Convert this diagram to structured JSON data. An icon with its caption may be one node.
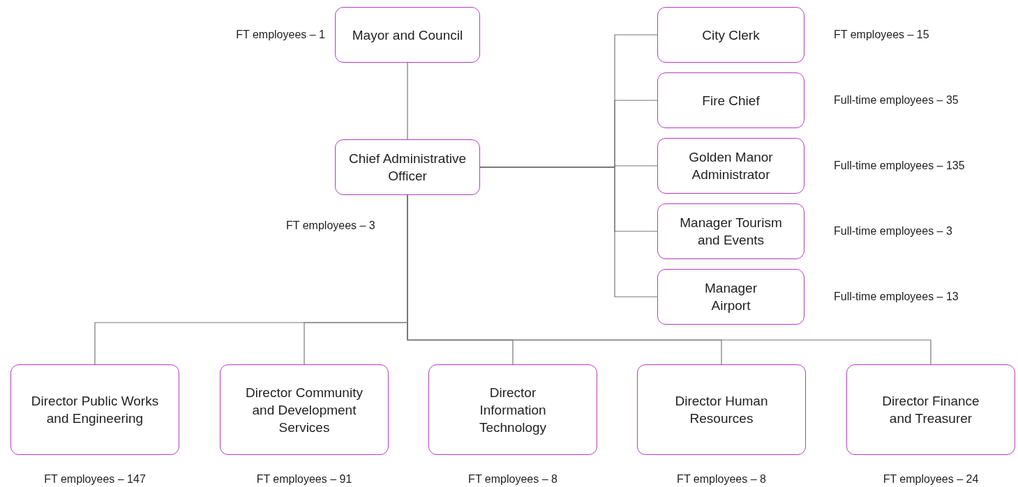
{
  "diagram": {
    "nodes": [
      {
        "text": [
          "Mayor and Council"
        ],
        "beside": [
          "FT employees – 1"
        ]
      },
      {
        "text": [
          "Chief Administrative Officer"
        ],
        "beside": [
          "FT employees – 3"
        ]
      },
      {
        "text": [
          "City Clerk"
        ],
        "beside": [
          "FT employees – 15"
        ]
      },
      {
        "text": [
          "Fire Chief"
        ],
        "beside": [
          "Full-time employees – 35"
        ]
      },
      {
        "text": [
          "Golden Manor Administrator"
        ],
        "beside": [
          "Full-time employees – 135"
        ]
      },
      {
        "text": [
          "Manager Tourism and Events"
        ],
        "beside": [
          "Full-time employees – 3"
        ]
      },
      {
        "text": [
          "Manager Airport"
        ],
        "beside": [
          "Full-time employees – 13"
        ]
      },
      {
        "text": [
          "Director Public Works and Engineering"
        ],
        "beside": [
          "FT employees – 147"
        ]
      },
      {
        "text": [
          "Director Community and Development Services"
        ],
        "beside": [
          "FT employees – 91"
        ]
      },
      {
        "text": [
          "Director Information Technology"
        ],
        "beside": [
          "FT employees – 8"
        ]
      },
      {
        "text": [
          "Director Human Resources"
        ],
        "beside": [
          "FT employees – 8"
        ]
      },
      {
        "text": [
          "Director Finance and Treasurer"
        ],
        "beside": [
          "FT employees – 24"
        ]
      }
    ],
    "edges": [
      {
        "from": 0,
        "to": 1,
        "arrow": "none"
      },
      {
        "from": 1,
        "to": 2,
        "arrow": "none"
      },
      {
        "from": 1,
        "to": 3,
        "arrow": "none"
      },
      {
        "from": 1,
        "to": 4,
        "arrow": "none"
      },
      {
        "from": 1,
        "to": 5,
        "arrow": "none"
      },
      {
        "from": 1,
        "to": 6,
        "arrow": "none"
      },
      {
        "from": 1,
        "to": 7,
        "arrow": "none"
      },
      {
        "from": 1,
        "to": 8,
        "arrow": "none"
      },
      {
        "from": 1,
        "to": 9,
        "arrow": "none"
      },
      {
        "from": 1,
        "to": 10,
        "arrow": "none"
      },
      {
        "from": 1,
        "to": 11,
        "arrow": "none"
      }
    ]
  }
}
